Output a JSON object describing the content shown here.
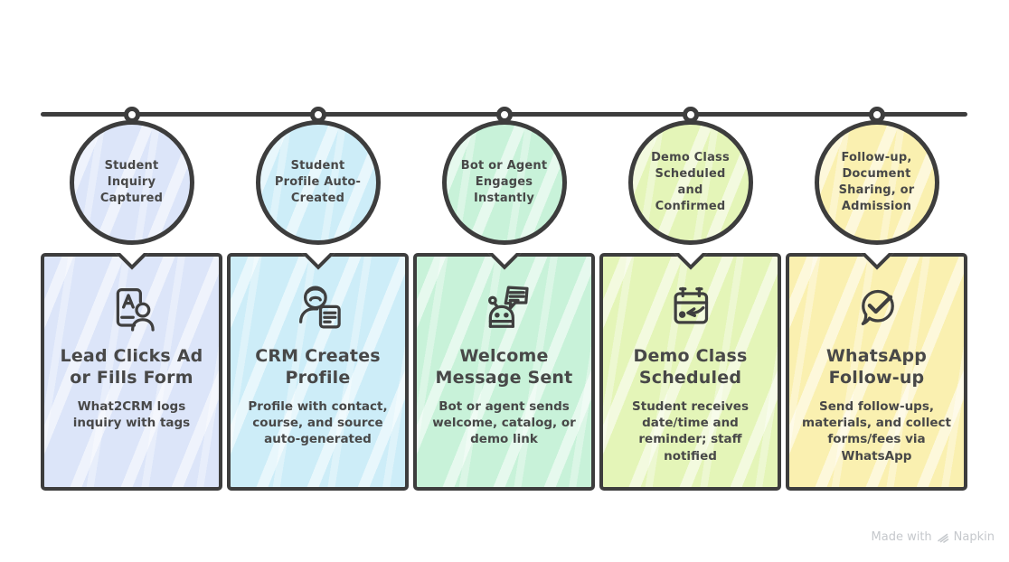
{
  "watermark": {
    "prefix": "Made with",
    "brand": "Napkin"
  },
  "timeline": {
    "stroke_color": "#3d3d3d",
    "node_fill": "#ffffff"
  },
  "text_color": "#484848",
  "stages": [
    {
      "circle_label": "Student Inquiry Captured",
      "title": "Lead Clicks Ad or Fills Form",
      "description": "What2CRM logs inquiry with tags",
      "color": "#dce5f9",
      "icon": "contact-card-icon"
    },
    {
      "circle_label": "Student Profile Auto-Created",
      "title": "CRM Creates Profile",
      "description": "Profile with contact, course, and source auto-generated",
      "color": "#cdedf8",
      "icon": "agent-profile-icon"
    },
    {
      "circle_label": "Bot or Agent Engages Instantly",
      "title": "Welcome Message Sent",
      "description": "Bot or agent sends welcome, catalog, or demo link",
      "color": "#c8f2d9",
      "icon": "bot-chat-icon"
    },
    {
      "circle_label": "Demo Class Scheduled and Confirmed",
      "title": "Demo Class Scheduled",
      "description": "Student receives date/time and reminder; staff notified",
      "color": "#e4f5b8",
      "icon": "calendar-reminder-icon"
    },
    {
      "circle_label": "Follow-up, Document Sharing, or Admission",
      "title": "WhatsApp Follow-up",
      "description": "Send follow-ups, materials, and collect forms/fees via WhatsApp",
      "color": "#faf0b0",
      "icon": "chat-check-icon"
    }
  ]
}
